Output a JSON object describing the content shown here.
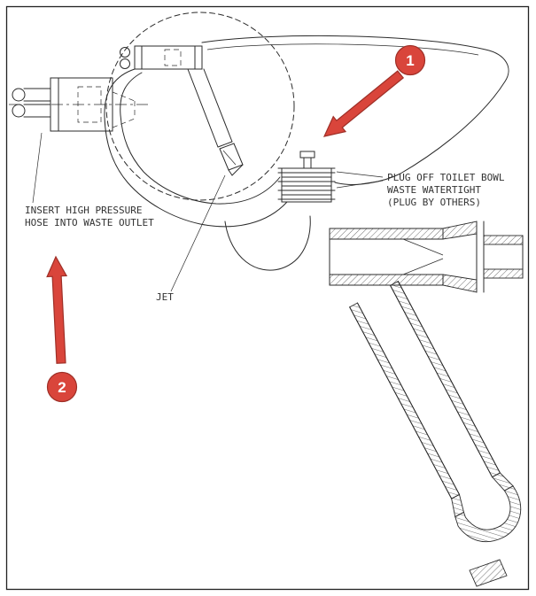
{
  "diagram": {
    "title": "toilet-bowl-waste-outlet-installation-detail",
    "annotations": {
      "insert_hose": {
        "line1": "INSERT HIGH PRESSURE",
        "line2": "HOSE INTO WASTE OUTLET"
      },
      "jet": {
        "label": "JET"
      },
      "plug": {
        "line1": "PLUG OFF TOILET BOWL",
        "line2": "WASTE WATERTIGHT",
        "line3": "(PLUG BY OTHERS)"
      }
    },
    "callouts": {
      "one": {
        "number": "1"
      },
      "two": {
        "number": "2"
      }
    },
    "colors": {
      "callout_fill": "#d9453b",
      "callout_stroke": "#9e2f27",
      "line": "#2b2b2b",
      "text": "#333333"
    }
  }
}
